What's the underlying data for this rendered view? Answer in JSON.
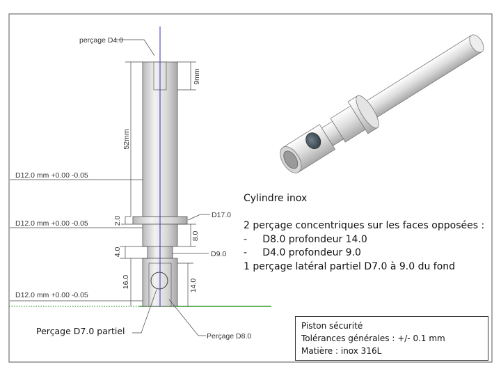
{
  "drawing": {
    "dimensions": {
      "percage_d4": "perçage D4.0",
      "depth_9": "9mm",
      "length_52": "52mm",
      "d12_upper": "D12.0 mm +0.00 -0.05",
      "len_2": "2.0",
      "d17": "D17.0",
      "d12_middle": "D12.0 mm +0.00 -0.05",
      "len_8": "8.0",
      "len_4": "4.0",
      "d9": "D9.0",
      "len_16": "16.0",
      "len_14": "14.0",
      "d12_lower": "D12.0 mm +0.00 -0.05",
      "percage_d8": "Perçage D8.0"
    },
    "percage_d7": "Perçage D7.0 partiel"
  },
  "description": {
    "title": "Cylindre inox",
    "line1": "2 perçage concentriques sur les faces opposées :",
    "line2": "-     D8.0 profondeur 14.0",
    "line3": "-     D4.0 profondeur 9.0",
    "line4": "1 perçage latéral partiel D7.0 à 9.0 du fond"
  },
  "title_block": {
    "name": "Piston sécurité",
    "tolerances": "Tolérances générales : +/- 0.1 mm",
    "material": "Matière : inox 316L"
  },
  "colors": {
    "axis": "#2b2fb8",
    "ground": "#2f9a2f",
    "part": "#e6e6e6",
    "hole": "#4a5a66"
  }
}
